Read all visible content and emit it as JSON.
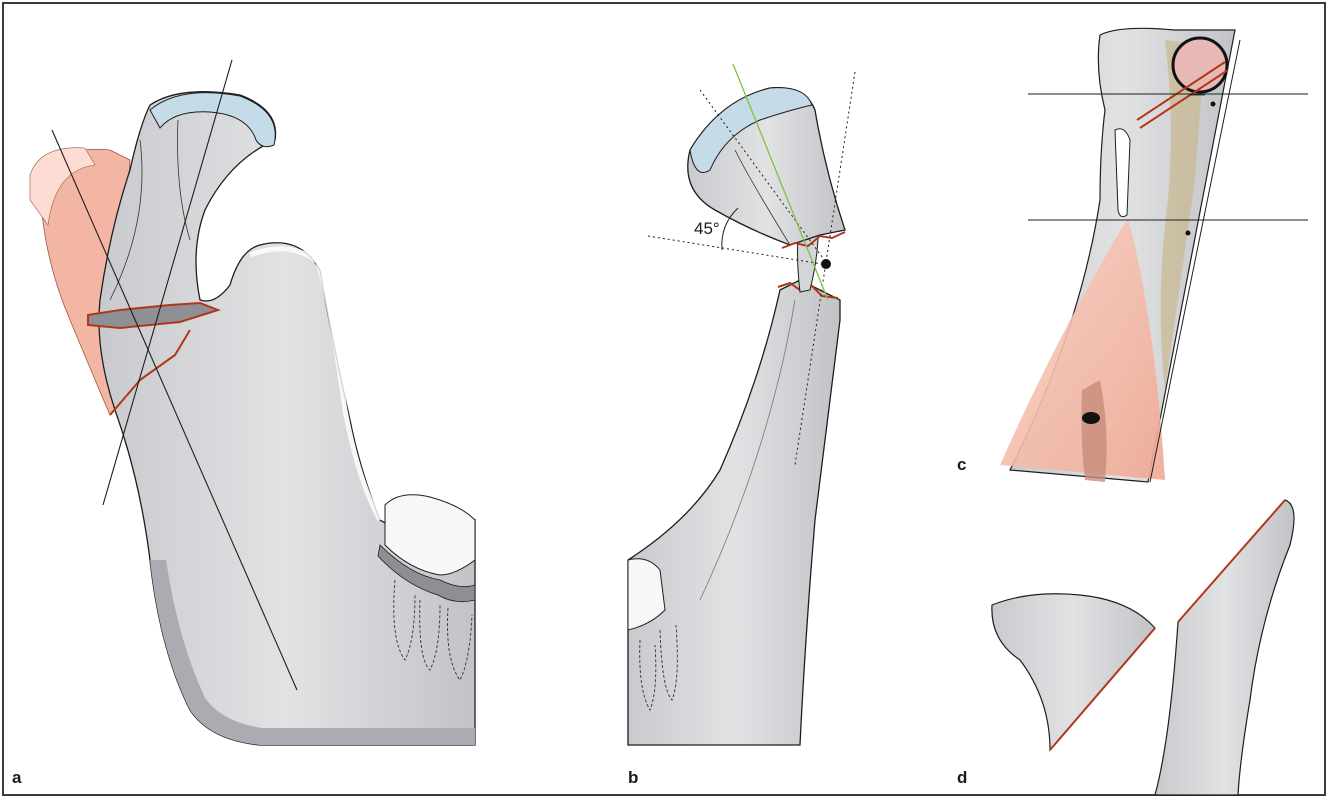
{
  "figure": {
    "panels": [
      {
        "label": "a"
      },
      {
        "label": "b"
      },
      {
        "label": "c"
      },
      {
        "label": "d"
      }
    ],
    "annotations": {
      "angle_b": "45°"
    },
    "colors": {
      "bone_fill": "#d4d5d8",
      "bone_shadow": "#a9abb0",
      "bone_edge": "#1e1e1e",
      "cartilage": "#c5dbe8",
      "soft_tissue": "#f2b8a6",
      "soft_tissue_light": "#fadcd2",
      "osteotomy_line": "#b0381a",
      "guide_line_green": "#7dc242",
      "ramus_tint": "#d8c7a4"
    }
  }
}
